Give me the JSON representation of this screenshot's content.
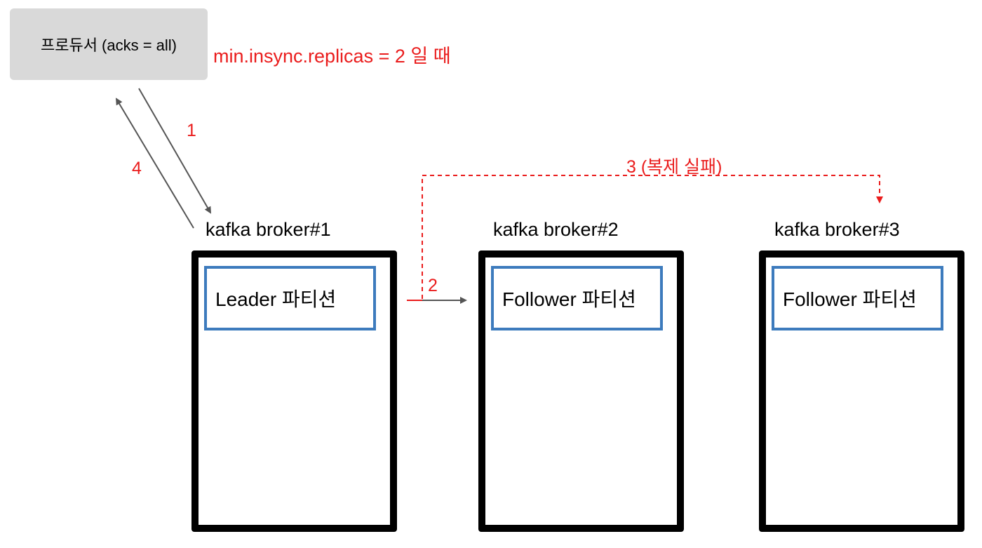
{
  "producer": {
    "label": "프로듀서 (acks = all)"
  },
  "note": "min.insync.replicas = 2 일 때",
  "steps": {
    "s1": "1",
    "s2": "2",
    "s3": "3 (복제 실패)",
    "s4": "4"
  },
  "brokers": [
    {
      "name": "kafka broker#1",
      "partition": "Leader 파티션"
    },
    {
      "name": "kafka broker#2",
      "partition": "Follower 파티션"
    },
    {
      "name": "kafka broker#3",
      "partition": "Follower 파티션"
    }
  ],
  "colors": {
    "accent_red": "#ea1c1c",
    "partition_border": "#3d7bbd",
    "producer_fill": "#d9d9d9",
    "arrow_gray": "#555555"
  }
}
